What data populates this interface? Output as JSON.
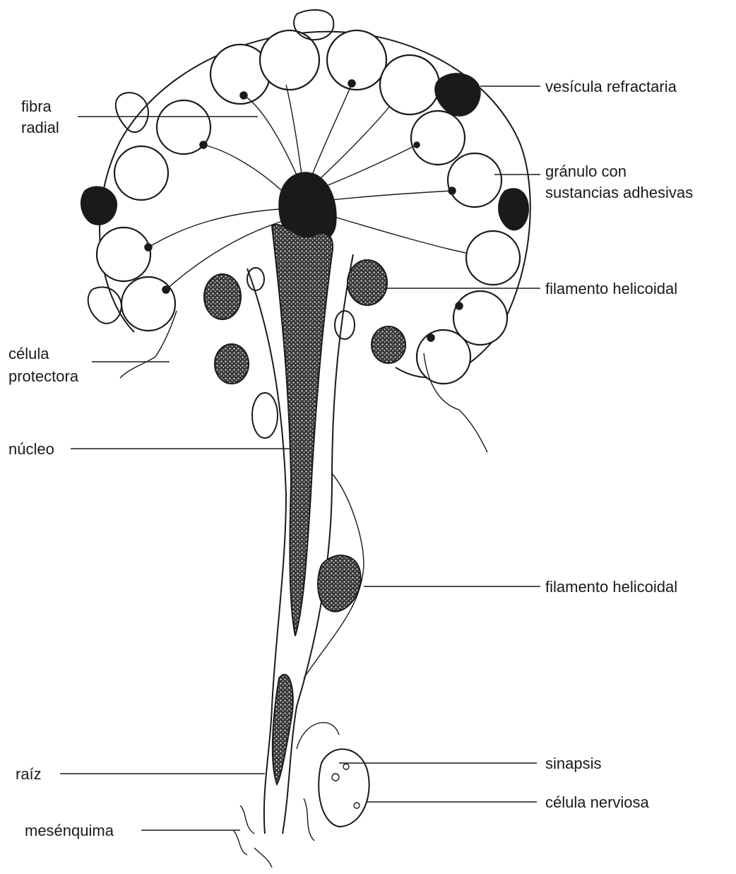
{
  "labels": {
    "vesicula_refractaria": "vesícula refractaria",
    "fibra_line1": "fibra",
    "fibra_line2": "radial",
    "granulo_line1": "gránulo con",
    "granulo_line2": "sustancias adhesivas",
    "filamento_upper": "filamento helicoidal",
    "celula_prot_line1": "célula",
    "celula_prot_line2": "protectora",
    "nucleo": "núcleo",
    "filamento_lower": "filamento helicoidal",
    "sinapsis": "sinapsis",
    "raiz": "raíz",
    "celula_nerviosa": "célula nerviosa",
    "mesenquima": "mesénquima"
  },
  "colors": {
    "ink": "#1a1a1a",
    "paper": "#ffffff"
  }
}
